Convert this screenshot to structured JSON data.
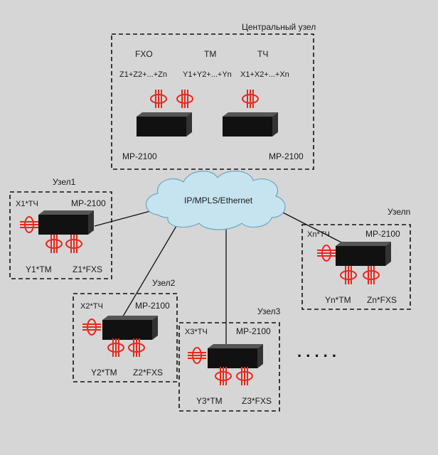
{
  "central": {
    "title": "Центральный узел",
    "cols": [
      "FXO",
      "TM",
      "ТЧ"
    ],
    "sums": [
      "Z1+Z2+...+Zn",
      "Y1+Y2+...+Yn",
      "X1+X2+...+Xn"
    ],
    "device_left": "MP-2100",
    "device_right": "MP-2100"
  },
  "cloud": {
    "label": "IP/MPLS/Ethernet"
  },
  "nodes": [
    {
      "title": "Узел1",
      "tch": "X1*ТЧ",
      "device": "MP-2100",
      "tm": "Y1*TM",
      "fxs": "Z1*FXS"
    },
    {
      "title": "Узел2",
      "tch": "X2*ТЧ",
      "device": "MP-2100",
      "tm": "Y2*TM",
      "fxs": "Z2*FXS"
    },
    {
      "title": "Узел3",
      "tch": "X3*ТЧ",
      "device": "MP-2100",
      "tm": "Y3*TM",
      "fxs": "Z3*FXS"
    },
    {
      "title": "Узелn",
      "tch": "Xn*ТЧ",
      "device": "MP-2100",
      "tm": "Yn*TM",
      "fxs": "Zn*FXS"
    }
  ],
  "ellipsis": ". . . . .",
  "colors": {
    "background": "#d6d6d6",
    "cable": "#e8281e",
    "device": "#111111",
    "cloud": "#c6e4f0",
    "cloud_stroke": "#6aa7c2"
  }
}
